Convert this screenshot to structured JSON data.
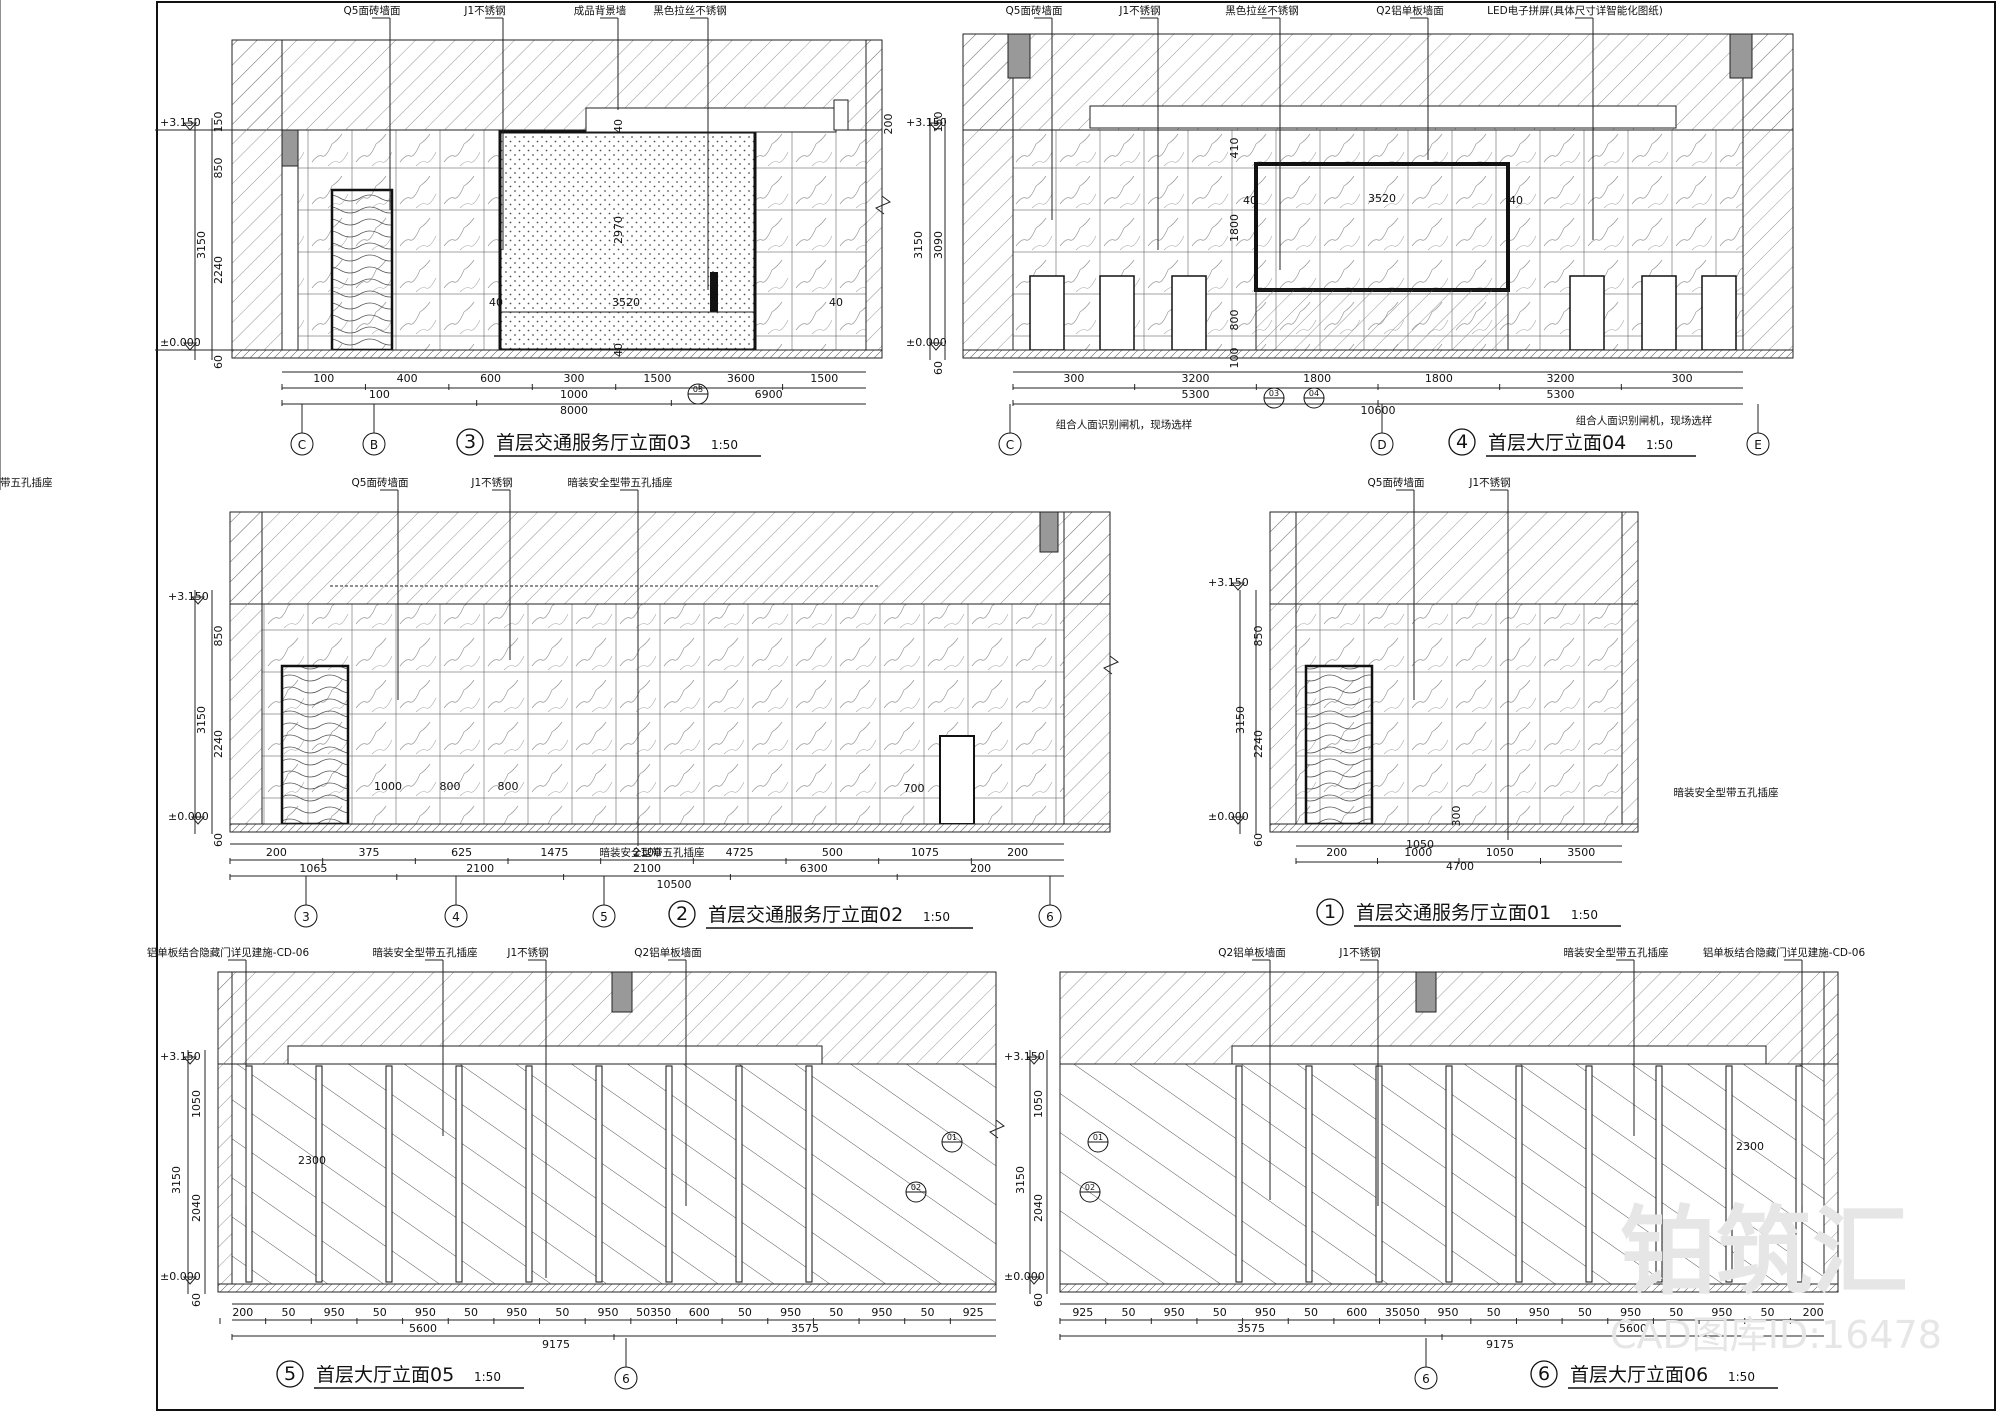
{
  "watermark": {
    "brand": "铂筑汇",
    "cad_id": "CAD图库ID:16478"
  },
  "elevations": [
    {
      "id": "e3",
      "number": "3",
      "title": "首层交通服务厅立面03",
      "scale": "1:50",
      "labels": [
        "Q5面砖墙面",
        "J1不锈钢",
        "成品背景墙",
        "黑色拉丝不锈钢"
      ],
      "levels": [
        "+3.150",
        "±0.000"
      ],
      "vdims": [
        "150",
        "850",
        "3150",
        "2240",
        "60",
        "200"
      ],
      "hdims_row1": [
        "100",
        "400",
        "600",
        "300",
        "1500",
        "3600",
        "1500"
      ],
      "hdims_row2": [
        "100",
        "1000",
        "6900"
      ],
      "hdims_total": "8000",
      "inner_dims": [
        "40",
        "2970",
        "3520",
        "40",
        "40",
        "40"
      ],
      "axes": [
        "C",
        "B"
      ],
      "callout": "03"
    },
    {
      "id": "e4",
      "number": "4",
      "title": "首层大厅立面04",
      "scale": "1:50",
      "labels": [
        "Q5面砖墙面",
        "J1不锈钢",
        "黑色拉丝不锈钢",
        "Q2铝单板墙面",
        "LED电子拼屏(具体尺寸详智能化图纸)"
      ],
      "bottom_labels": [
        "组合人面识别闸机，现场选样",
        "组合人面识别闸机，现场选样"
      ],
      "levels": [
        "+3.150",
        "±0.000"
      ],
      "vdims": [
        "150",
        "3150",
        "3090",
        "410",
        "1800",
        "800",
        "100",
        "60"
      ],
      "hdims_row1": [
        "300",
        "3200",
        "1800",
        "1800",
        "3200",
        "300"
      ],
      "hdims_row2": [
        "5300",
        "5300"
      ],
      "hdims_total": "10600",
      "inner_dims": [
        "40",
        "3520",
        "40"
      ],
      "axes": [
        "C",
        "D",
        "E"
      ],
      "callouts": [
        "03",
        "04"
      ]
    },
    {
      "id": "e2",
      "number": "2",
      "title": "首层交通服务厅立面02",
      "scale": "1:50",
      "labels": [
        "Q5面砖墙面",
        "J1不锈钢",
        "暗装安全型带五孔插座"
      ],
      "levels": [
        "+3.150",
        "±0.000"
      ],
      "vdims": [
        "850",
        "3150",
        "2240",
        "60"
      ],
      "inner_dims": [
        "1000",
        "800",
        "800",
        "700"
      ],
      "hdims_row1": [
        "200",
        "375",
        "625",
        "1475",
        "2100",
        "4725",
        "500",
        "1075",
        "200"
      ],
      "hdims_row2": [
        "1065",
        "2100",
        "2100",
        "6300",
        "200"
      ],
      "hdims_total": "10500",
      "axes": [
        "3",
        "4",
        "5",
        "6"
      ]
    },
    {
      "id": "e1",
      "number": "1",
      "title": "首层交通服务厅立面01",
      "scale": "1:50",
      "labels": [
        "Q5面砖墙面",
        "J1不锈钢",
        "暗装安全型带五孔插座"
      ],
      "levels": [
        "+3.150",
        "±0.000"
      ],
      "vdims": [
        "850",
        "3150",
        "2240",
        "60"
      ],
      "inner_dims": [
        "1050",
        "300"
      ],
      "hdims_row1": [
        "200",
        "1000",
        "1050",
        "3500"
      ],
      "hdims_total": "4700"
    },
    {
      "id": "e5",
      "number": "5",
      "title": "首层大厅立面05",
      "scale": "1:50",
      "labels": [
        "铝单板结合隐藏门详见建施-CD-06",
        "暗装安全型带五孔插座",
        "J1不锈钢",
        "Q2铝单板墙面"
      ],
      "levels": [
        "+3.150",
        "±0.000"
      ],
      "vdims": [
        "1050",
        "3150",
        "2040",
        "60"
      ],
      "inner_dims": [
        "2300"
      ],
      "hdims_row1": [
        "200",
        "50",
        "950",
        "50",
        "950",
        "50",
        "950",
        "50",
        "950",
        "50350",
        "600",
        "50",
        "950",
        "50",
        "950",
        "50",
        "925"
      ],
      "hdims_row2": [
        "5600",
        "3575"
      ],
      "hdims_total": "9175",
      "axes": [
        "6"
      ],
      "callouts": [
        "01",
        "02"
      ]
    },
    {
      "id": "e6",
      "number": "6",
      "title": "首层大厅立面06",
      "scale": "1:50",
      "labels": [
        "Q2铝单板墙面",
        "J1不锈钢",
        "暗装安全型带五孔插座",
        "铝单板结合隐藏门详见建施-CD-06"
      ],
      "levels": [
        "+3.150",
        "±0.000"
      ],
      "vdims": [
        "1050",
        "3150",
        "2040",
        "60"
      ],
      "inner_dims": [
        "2300"
      ],
      "hdims_row1": [
        "925",
        "50",
        "950",
        "50",
        "950",
        "50",
        "600",
        "35050",
        "950",
        "50",
        "950",
        "50",
        "950",
        "50",
        "950",
        "50",
        "200"
      ],
      "hdims_row2": [
        "3575",
        "5600"
      ],
      "hdims_total": "9175",
      "axes": [
        "6"
      ],
      "callouts": [
        "01",
        "02"
      ]
    }
  ]
}
